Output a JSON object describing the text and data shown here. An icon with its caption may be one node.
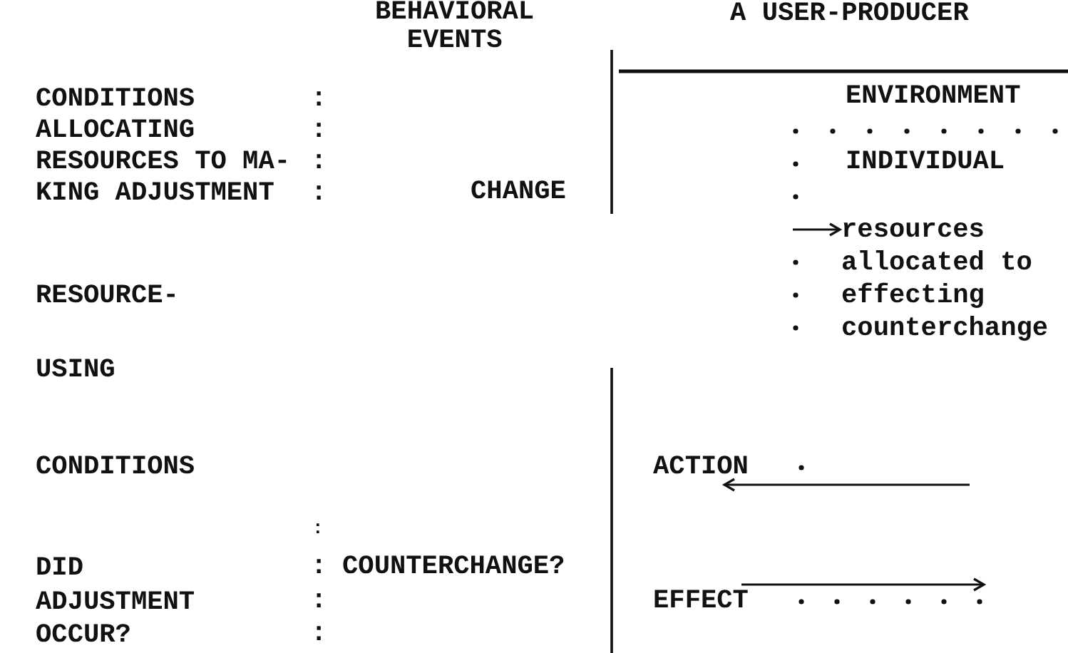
{
  "diagram": {
    "nodes": [
      {
        "text": [
          "resources allocated to effecting counterchange"
        ]
      },
      {
        "text": [
          "ACTION"
        ]
      },
      {
        "text": [
          "EFFECT"
        ]
      }
    ],
    "edges": [
      {
        "from": null,
        "to": 0,
        "arrow": "to"
      },
      {
        "from": null,
        "to": 1,
        "arrow": "to"
      },
      {
        "from": 2,
        "to": null,
        "arrow": "to"
      }
    ],
    "labels": [
      "BEHAVIORAL EVENTS",
      "A USER-PRODUCER",
      "ENVIRONMENT",
      "CONDITIONS ALLOCATING RESOURCES TO MA- KING ADJUSTMENT",
      ":",
      ":",
      ":",
      ":",
      "INDIVIDUAL",
      "CHANGE",
      "RESOURCE-",
      "USING",
      "CONDITIONS",
      ":",
      "DID ADJUSTMENT OCCUR?",
      ":",
      ":",
      ":",
      "COUNTERCHANGE?"
    ]
  }
}
